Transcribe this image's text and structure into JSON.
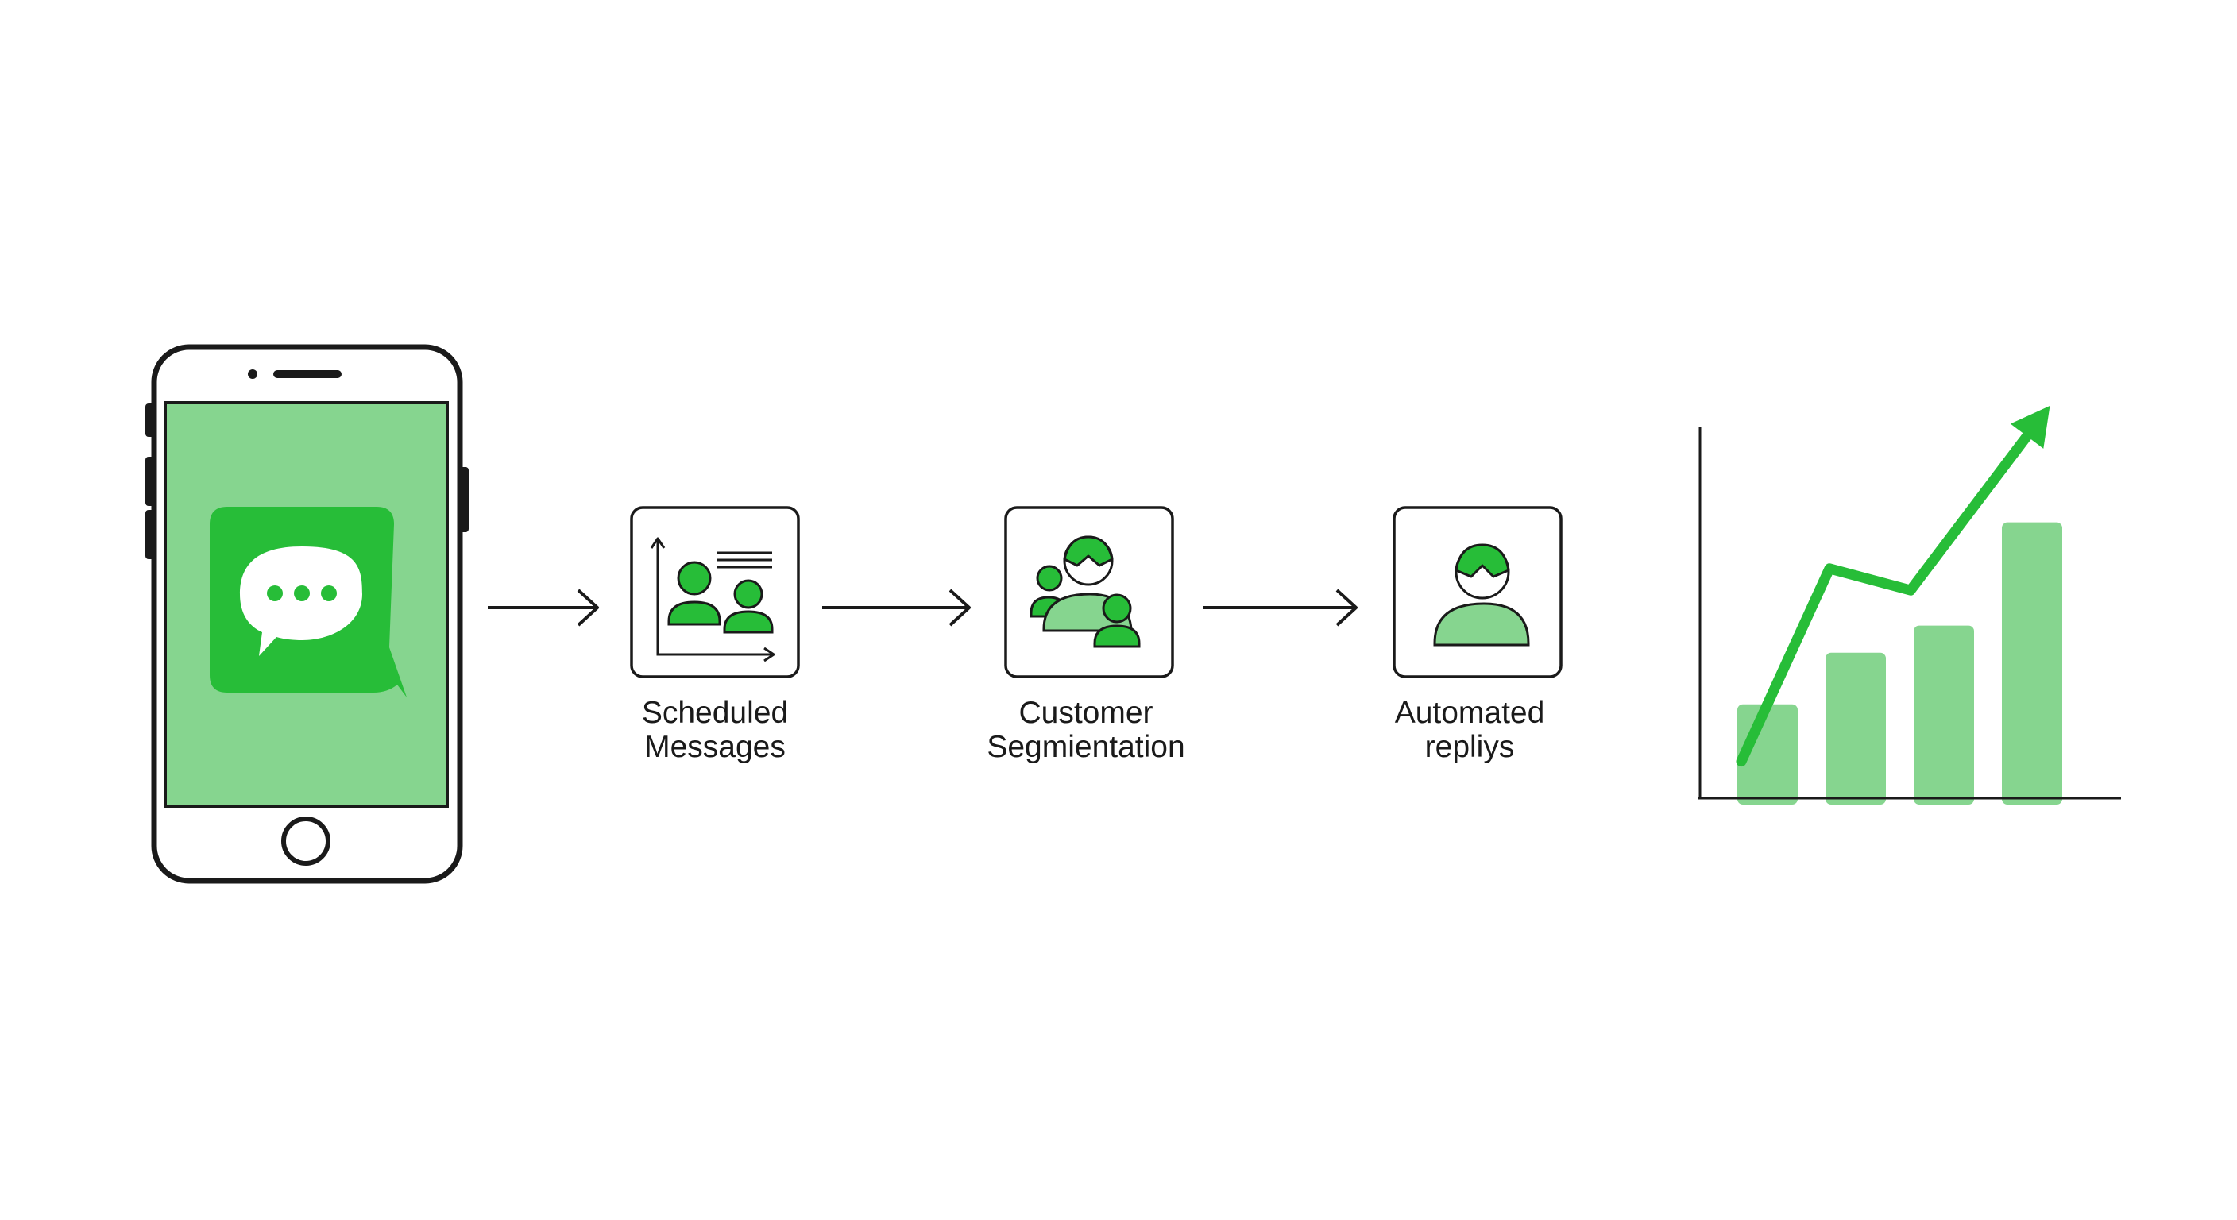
{
  "colors": {
    "brand_green": "#27bd38",
    "light_green": "#86d58f",
    "outline": "#1a1a1a",
    "background": "#ffffff"
  },
  "icons": {
    "phone": "smartphone-icon",
    "chat": "chat-bubble-icon",
    "scheduled": "scheduled-messages-icon",
    "segmentation": "customer-segmentation-icon",
    "automated": "automated-replies-icon",
    "growth": "growth-chart-icon",
    "arrow": "arrow-right-icon"
  },
  "steps": [
    {
      "line1": "Scheduled",
      "line2": "Messages"
    },
    {
      "line1": "Customer",
      "line2": "Segmientation"
    },
    {
      "line1": "Automated",
      "line2": "repliys"
    }
  ],
  "chart_data": {
    "type": "bar",
    "categories": [
      "",
      "",
      "",
      ""
    ],
    "values": [
      34,
      53,
      63,
      101
    ],
    "trend": [
      13,
      84,
      76,
      136
    ],
    "ylim": [
      0,
      136
    ],
    "grid": false,
    "title": "",
    "xlabel": "",
    "ylabel": ""
  }
}
